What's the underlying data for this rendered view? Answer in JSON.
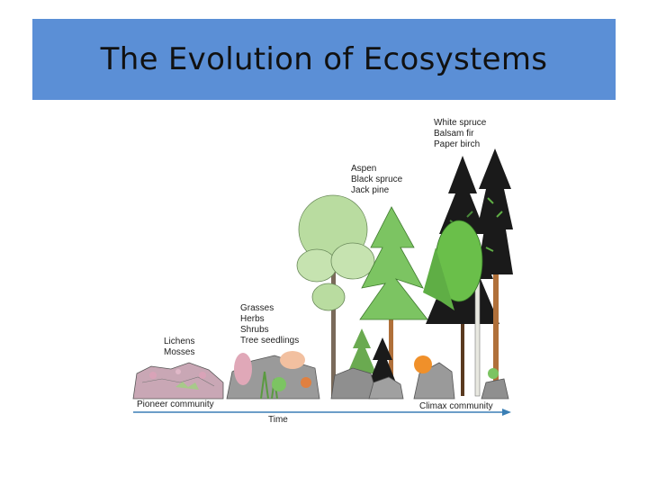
{
  "slide": {
    "title": "The Evolution of Ecosystems"
  },
  "diagram": {
    "stages": [
      {
        "species": [
          "Lichens",
          "Mosses"
        ]
      },
      {
        "species": [
          "Grasses",
          "Herbs",
          "Shrubs",
          "Tree seedlings"
        ]
      },
      {
        "species": [
          "Aspen",
          "Black spruce",
          "Jack pine"
        ]
      },
      {
        "species": [
          "White spruce",
          "Balsam fir",
          "Paper birch"
        ]
      }
    ],
    "axis": {
      "start_label": "Pioneer community",
      "end_label": "Climax community",
      "time_label": "Time"
    },
    "colors": {
      "axis": "#3a7fb5",
      "dark_conifer": "#1a1a1a",
      "light_green": "#b9dca0",
      "mid_green": "#7cc462",
      "rock": "#8f8f8f",
      "lichen_pink": "#d9a3b8"
    }
  }
}
